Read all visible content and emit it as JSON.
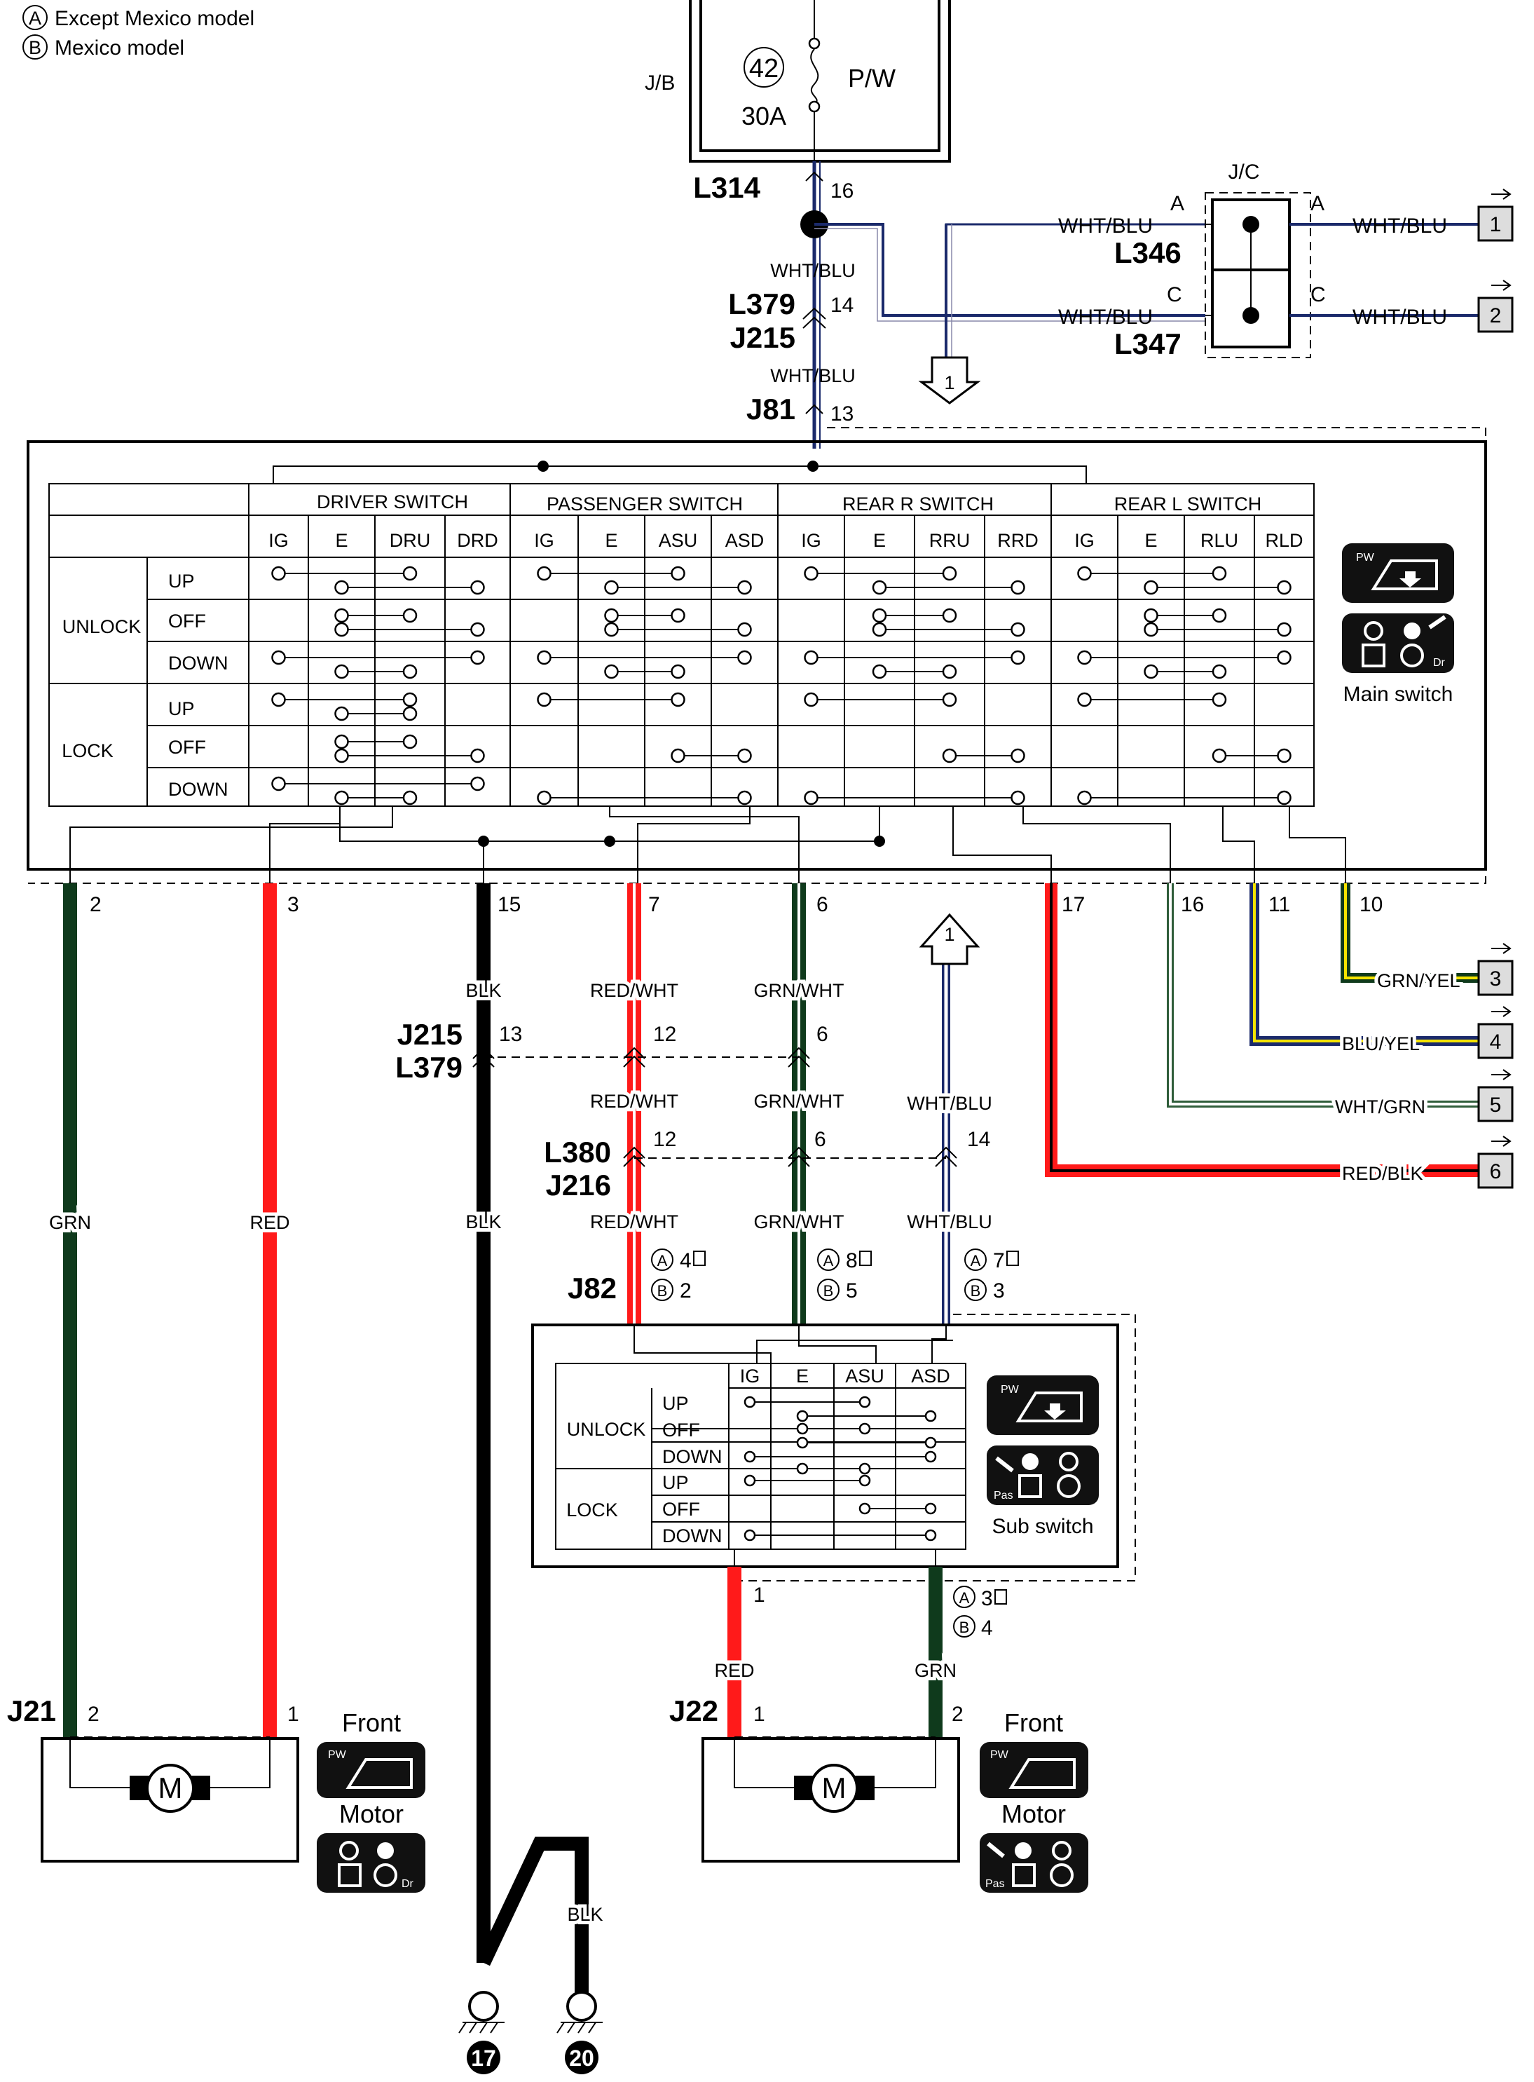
{
  "legend": {
    "a_symbol": "A",
    "a_text": "Except Mexico model",
    "b_symbol": "B",
    "b_text": "Mexico model"
  },
  "fuse": {
    "box_label": "J/B",
    "number": "42",
    "rating": "30A",
    "name": "P/W"
  },
  "connectors": {
    "L314": "L314",
    "L314_pin": "16",
    "L379": "L379",
    "J215": "J215",
    "L379_pin": "14",
    "J81": "J81",
    "J81_pin": "13",
    "L346": "L346",
    "L347": "L347",
    "jc": "J/C",
    "jc_a": "A",
    "jc_c": "C",
    "J215_lower": "J215",
    "L379_lower": "L379",
    "J215_pin": "13",
    "L380": "L380",
    "J216": "J216",
    "J82": "J82",
    "J21": "J21",
    "J22": "J22"
  },
  "wires": {
    "wht_blu": "WHT/BLU",
    "grn": "GRN",
    "red": "RED",
    "blk": "BLK",
    "red_wht": "RED/WHT",
    "grn_wht": "GRN/WHT",
    "grn_yel": "GRN/YEL",
    "blu_yel": "BLU/YEL",
    "wht_grn": "WHT/GRN",
    "red_blk": "RED/BLK"
  },
  "main_switch": {
    "title": "Main switch",
    "groups": [
      "DRIVER SWITCH",
      "PASSENGER SWITCH",
      "REAR R SWITCH",
      "REAR L SWITCH"
    ],
    "columns": [
      "IG",
      "E",
      "DRU",
      "DRD",
      "IG",
      "E",
      "ASU",
      "ASD",
      "IG",
      "E",
      "RRU",
      "RRD",
      "IG",
      "E",
      "RLU",
      "RLD"
    ],
    "modes": [
      "UNLOCK",
      "LOCK"
    ],
    "states": [
      "UP",
      "OFF",
      "DOWN",
      "UP",
      "OFF",
      "DOWN"
    ],
    "pins": [
      "2",
      "3",
      "15",
      "7",
      "6",
      "17",
      "16",
      "11",
      "10"
    ]
  },
  "sub_switch": {
    "title": "Sub switch",
    "columns": [
      "IG",
      "E",
      "ASU",
      "ASD"
    ],
    "modes": [
      "UNLOCK",
      "LOCK"
    ],
    "states": [
      "UP",
      "OFF",
      "DOWN",
      "UP",
      "OFF",
      "DOWN"
    ]
  },
  "pins": {
    "j215_12": "12",
    "j215_6": "6",
    "l380_12": "12",
    "l380_6": "6",
    "l380_14": "14",
    "j82_a1": "4",
    "j82_b1": "2",
    "j82_a2": "8",
    "j82_b2": "5",
    "j82_a3": "7",
    "j82_b3": "3",
    "sub_1": "1",
    "sub_a2": "3",
    "sub_b2": "4",
    "j21_2": "2",
    "j21_1": "1",
    "j22_1": "1",
    "j22_2": "2"
  },
  "refs": [
    "1",
    "2",
    "3",
    "4",
    "5",
    "6"
  ],
  "arrow_ref": "1",
  "motors": {
    "symbol": "M",
    "front": "Front",
    "motor": "Motor",
    "pw": "PW",
    "dr": "Dr",
    "pas": "Pas"
  },
  "grounds": [
    "17",
    "20"
  ]
}
